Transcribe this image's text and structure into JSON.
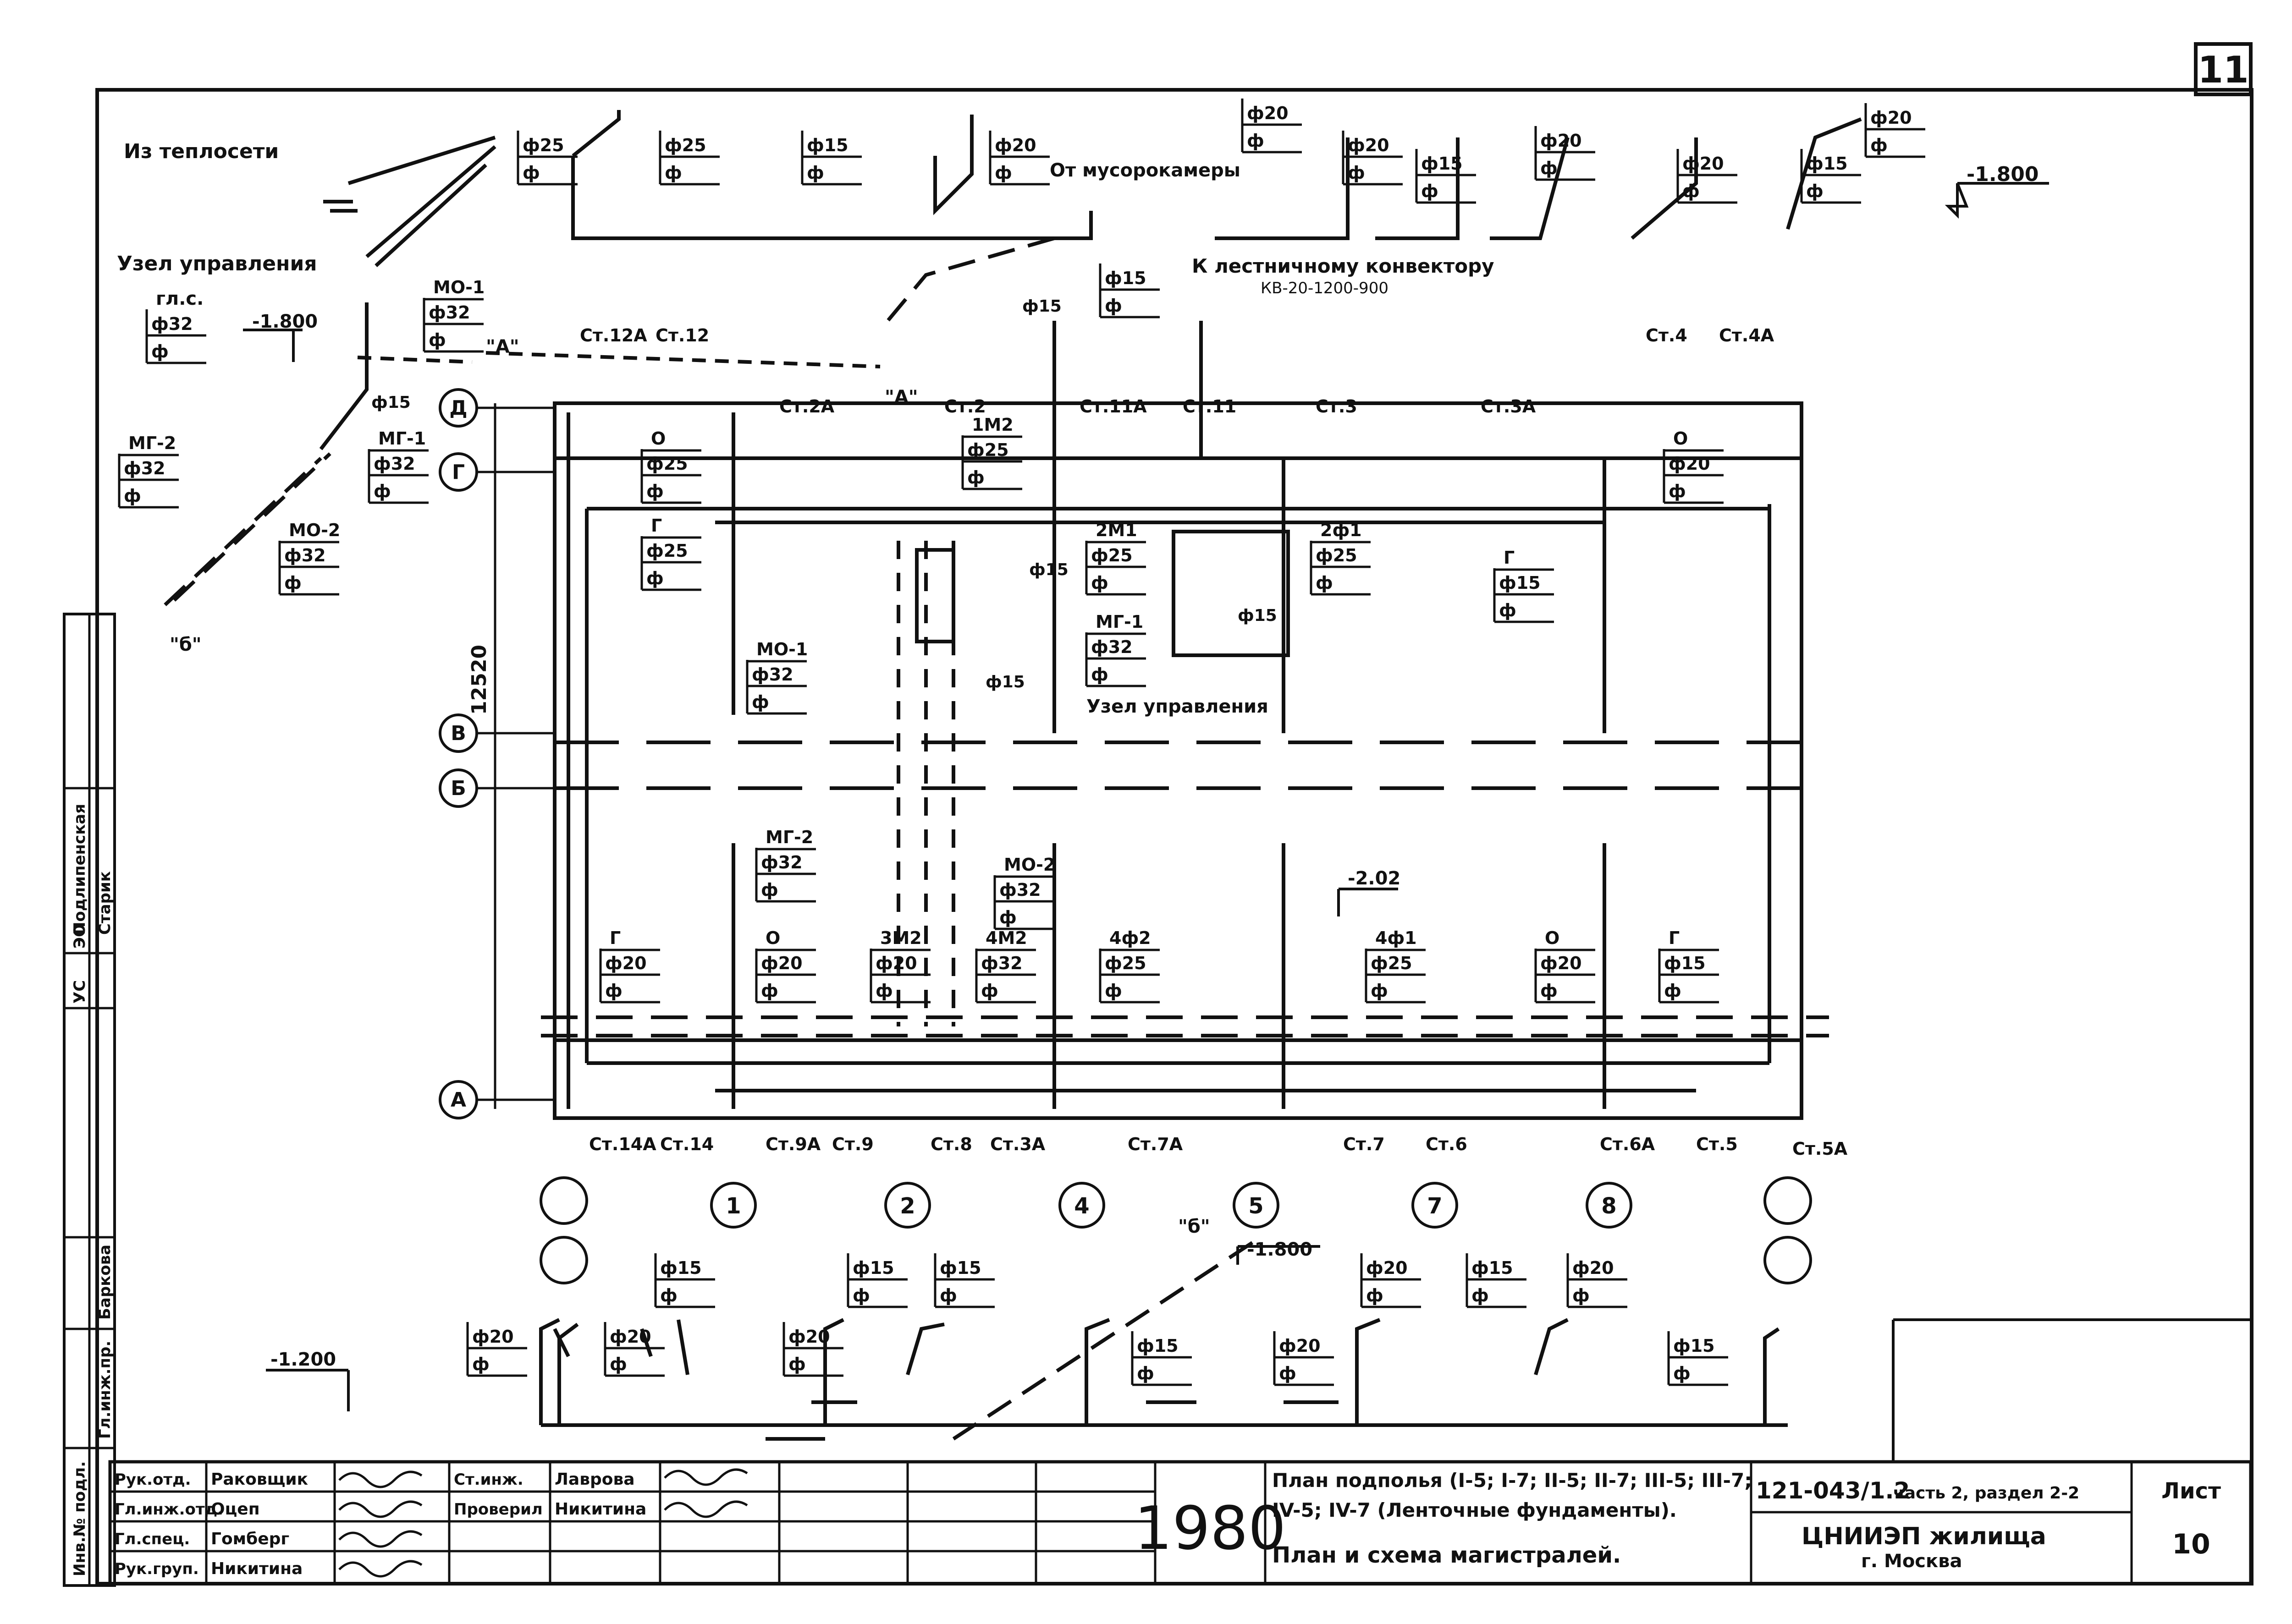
{
  "sheet_corner": "11",
  "labels": {
    "from_heating": "Из теплосети",
    "control_unit_top": "Узел управления",
    "control_unit_mid": "Узел управления",
    "from_garbage": "От мусорокамеры",
    "to_convector": "К лестничному конвектору",
    "convector_model": "КВ-20-1200-900",
    "gl_s": "гл.с.",
    "dim_height": "12520",
    "point_a1": "\"A\"",
    "point_a2": "\"A\"",
    "point_b1": "\"б\"",
    "point_b2": "\"б\""
  },
  "levels": {
    "top_right": "-1.800",
    "left_mid": "-1.800",
    "plan_center": "-2.02",
    "bottom_center": "-1.800",
    "bottom_left": "-1.200"
  },
  "axes_rows": [
    "Д",
    "Г",
    "В",
    "Б",
    "А"
  ],
  "axes_cols": [
    "1",
    "2",
    "4",
    "5",
    "7",
    "8"
  ],
  "risers": {
    "st12a": "Ст.12А",
    "st12": "Ст.12",
    "st2a": "Ст.2А",
    "st2": "Ст.2",
    "st11a": "Ст.11А",
    "st11": "Ст.11",
    "st3": "Ст.3",
    "st3a": "Ст.3А",
    "st4": "Ст.4",
    "st4a": "Ст.4А",
    "st14a": "Ст.14А",
    "st14": "Ст.14",
    "st9a": "Ст.9А",
    "st9": "Ст.9",
    "st8": "Ст.8",
    "st3a_b": "Ст.3А",
    "st7a": "Ст.7А",
    "st7": "Ст.7",
    "st6": "Ст.6",
    "st6a": "Ст.6А",
    "st5": "Ст.5",
    "st5a": "Ст.5А"
  },
  "pipe_tags": {
    "top1": {
      "d": "ф25",
      "b": "ф"
    },
    "top2": {
      "d": "ф25",
      "b": "ф"
    },
    "top3": {
      "d": "ф15",
      "b": "ф"
    },
    "top4": {
      "d": "ф20",
      "b": "ф"
    },
    "top5": {
      "d": "ф20",
      "b": "ф"
    },
    "top6": {
      "d": "ф20",
      "b": "ф"
    },
    "top7": {
      "d": "ф15",
      "b": "ф"
    },
    "top8": {
      "d": "ф20",
      "b": "ф"
    },
    "top9": {
      "d": "ф20",
      "b": "ф"
    },
    "top10": {
      "d": "ф15",
      "b": "ф"
    },
    "top11": {
      "d": "ф20",
      "b": "ф"
    },
    "conv": {
      "d": "ф15",
      "b": "ф"
    },
    "conv_side": "ф15",
    "mo1": {
      "name": "МО-1",
      "d": "ф32",
      "b": "ф"
    },
    "gls": {
      "d": "ф32",
      "b": "ф"
    },
    "mg2": {
      "name": "МГ-2",
      "d": "ф32",
      "b": "ф"
    },
    "mg1": {
      "name": "МГ-1",
      "d": "ф32",
      "b": "ф"
    },
    "mo2": {
      "name": "МО-2",
      "d": "ф32",
      "b": "ф"
    },
    "left_f15": "ф15",
    "p_o_left": {
      "name": "О",
      "d": "ф25",
      "b": "ф"
    },
    "p_g_left": {
      "name": "Г",
      "d": "ф25",
      "b": "ф"
    },
    "p_1m2": {
      "name": "1М2",
      "d": "ф25",
      "b": "ф"
    },
    "p_2m1": {
      "name": "2М1",
      "d": "ф25",
      "b": "ф"
    },
    "p_2f1": {
      "name": "2ф1",
      "d": "ф25",
      "b": "ф"
    },
    "p_g_right": {
      "name": "Г",
      "d": "ф15",
      "b": "ф"
    },
    "p_o_right": {
      "name": "О",
      "d": "ф20",
      "b": "ф"
    },
    "p_mo1": {
      "name": "МО-1",
      "d": "ф32",
      "b": "ф"
    },
    "p_mg1": {
      "name": "МГ-1",
      "d": "ф32",
      "b": "ф"
    },
    "p_mg2": {
      "name": "МГ-2",
      "d": "ф32",
      "b": "ф"
    },
    "p_mo2": {
      "name": "МО-2",
      "d": "ф32",
      "b": "ф"
    },
    "p_f15a": "ф15",
    "p_f15b": "ф15",
    "b_g": {
      "name": "Г",
      "d": "ф20",
      "b": "ф"
    },
    "b_o": {
      "name": "О",
      "d": "ф20",
      "b": "ф"
    },
    "b_3m2": {
      "name": "3М2",
      "d": "ф20",
      "b": "ф"
    },
    "b_4m2": {
      "name": "4М2",
      "d": "ф32",
      "b": "ф"
    },
    "b_4f2": {
      "name": "4ф2",
      "d": "ф25",
      "b": "ф"
    },
    "b_4f1": {
      "name": "4ф1",
      "d": "ф25",
      "b": "ф"
    },
    "b_o2": {
      "name": "О",
      "d": "ф20",
      "b": "ф"
    },
    "b_g2": {
      "name": "Г",
      "d": "ф15",
      "b": "ф"
    },
    "s1": {
      "d": "ф20",
      "b": "ф"
    },
    "s2": {
      "d": "ф20",
      "b": "ф"
    },
    "s3": {
      "d": "ф15",
      "b": "ф"
    },
    "s4": {
      "d": "ф20",
      "b": "ф"
    },
    "s5": {
      "d": "ф15",
      "b": "ф"
    },
    "s6": {
      "d": "ф15",
      "b": "ф"
    },
    "s7": {
      "d": "ф15",
      "b": "ф"
    },
    "s8": {
      "d": "ф20",
      "b": "ф"
    },
    "s9": {
      "d": "ф20",
      "b": "ф"
    },
    "s10": {
      "d": "ф15",
      "b": "ф"
    },
    "s11": {
      "d": "ф20",
      "b": "ф"
    },
    "s12": {
      "d": "ф15",
      "b": "ф"
    }
  },
  "stamp_side": {
    "c1": "Инв.№ подл.",
    "c2": "Гл.инж.пр.",
    "c3": "Баркова",
    "c4": "УС",
    "c5": "Старик",
    "c6": "ЭО",
    "c7": "Подлипенская"
  },
  "title_block": {
    "roles": [
      "Рук.отд.",
      "Гл.инж.отд.",
      "Гл.спец.",
      "Рук.груп."
    ],
    "names": [
      "Раковщик",
      "Оцеп",
      "Гомберг",
      "Никитина"
    ],
    "roles2": [
      "Ст.инж.",
      "Проверил"
    ],
    "names2": [
      "Лаврова",
      "Никитина"
    ],
    "year": "1980",
    "title_line1": "План подполья (I-5; I-7; II-5; II-7; III-5; III-7;",
    "title_line2": "IV-5; IV-7 (Ленточные фундаменты).",
    "title_line3": "План и схема магистралей.",
    "doc_code": "121-043/1.2",
    "doc_part": "часть 2, раздел 2-2",
    "org": "ЦНИИЭП жилища",
    "city": "г. Москва",
    "sheet_label": "Лист",
    "sheet_no": "10"
  }
}
